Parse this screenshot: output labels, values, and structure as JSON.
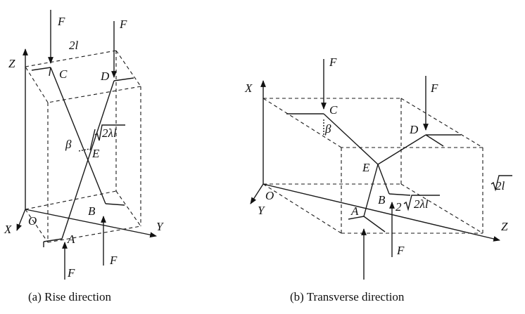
{
  "diagram_a": {
    "labels": {
      "F_top_left": "F",
      "F_top_right": "F",
      "F_bottom_left": "F",
      "F_bottom_right": "F",
      "dim_top": "2l",
      "Z": "Z",
      "X": "X",
      "Y": "Y",
      "O": "O",
      "A": "A",
      "B": "B",
      "C": "C",
      "D": "D",
      "E": "E",
      "beta": "β",
      "dim_diag_root": "2λl"
    },
    "caption": "(a) Rise direction"
  },
  "diagram_b": {
    "labels": {
      "F_top_left": "F",
      "F_top_right": "F",
      "F_bottom_right": "F",
      "X": "X",
      "Y": "Y",
      "Z": "Z",
      "O": "O",
      "A": "A",
      "B": "B",
      "C": "C",
      "D": "D",
      "E": "E",
      "beta": "β",
      "dim_diag_coeff": "2",
      "dim_diag_root": "2λl",
      "dim_side_root": "2l"
    },
    "caption": "(b) Transverse direction"
  }
}
